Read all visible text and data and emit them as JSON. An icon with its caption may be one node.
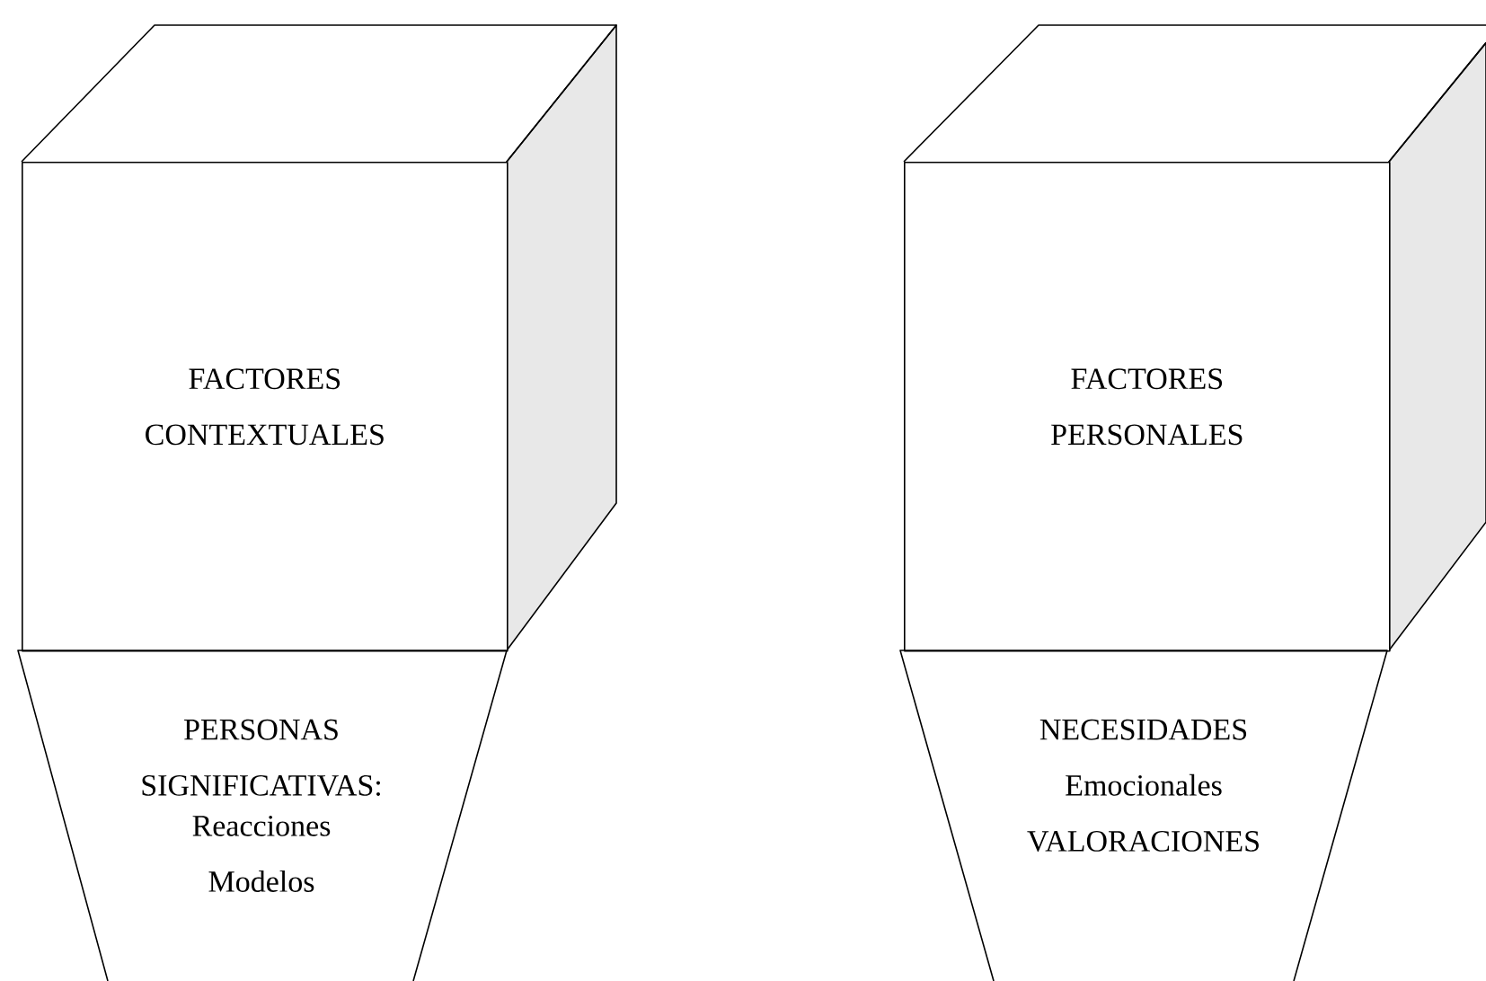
{
  "diagram": {
    "nodes": [
      {
        "text": [
          "FACTORES CONTEXTUALES"
        ]
      },
      {
        "text": [
          "PERSONAS SIGNIFICATIVAS:",
          "Reacciones Modelos"
        ]
      },
      {
        "text": [
          "FACTORES PERSONALES"
        ]
      },
      {
        "text": [
          "NECESIDADES Emocionales VALORACIONES"
        ]
      }
    ]
  }
}
